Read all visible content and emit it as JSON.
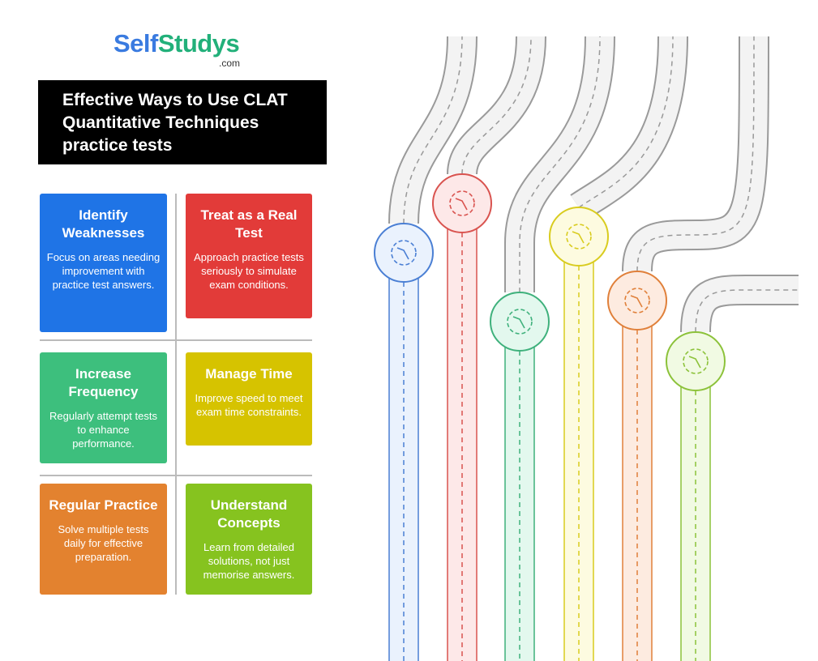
{
  "logo": {
    "part1": "Self",
    "part2": "Studys",
    "suffix": ".com"
  },
  "title": "Effective Ways to Use CLAT Quantitative Techniques practice tests",
  "cards": [
    {
      "heading": "Identify Weaknesses",
      "text": "Focus on areas needing improvement with practice test answers.",
      "color": "#1f74e6"
    },
    {
      "heading": "Treat as a Real Test",
      "text": "Approach practice tests seriously to simulate exam conditions.",
      "color": "#e23b39"
    },
    {
      "heading": "Increase Frequency",
      "text": "Regularly attempt tests to enhance performance.",
      "color": "#3dbf7d"
    },
    {
      "heading": "Manage Time",
      "text": "Improve speed to meet exam time constraints.",
      "color": "#d6c300"
    },
    {
      "heading": "Regular Practice",
      "text": "Solve multiple tests daily for effective preparation.",
      "color": "#e3822f"
    },
    {
      "heading": "Understand Concepts",
      "text": "Learn from detailed solutions, not just memorise answers.",
      "color": "#86c31f"
    }
  ],
  "roads": [
    {
      "icon": "eye-clipboard-icon",
      "color": "#4a7fd4",
      "fill": "#eaf2fd"
    },
    {
      "icon": "clock-icon",
      "color": "#d9534f",
      "fill": "#fde8e8"
    },
    {
      "icon": "calendar-check-icon",
      "color": "#3fb17c",
      "fill": "#e3f8ee"
    },
    {
      "icon": "runner-stopwatch-icon",
      "color": "#d9cc1f",
      "fill": "#fdfbe0"
    },
    {
      "icon": "books-icon",
      "color": "#e0803a",
      "fill": "#fdebe0"
    },
    {
      "icon": "gear-bulb-icon",
      "color": "#8cc23a",
      "fill": "#f1fae3"
    }
  ]
}
